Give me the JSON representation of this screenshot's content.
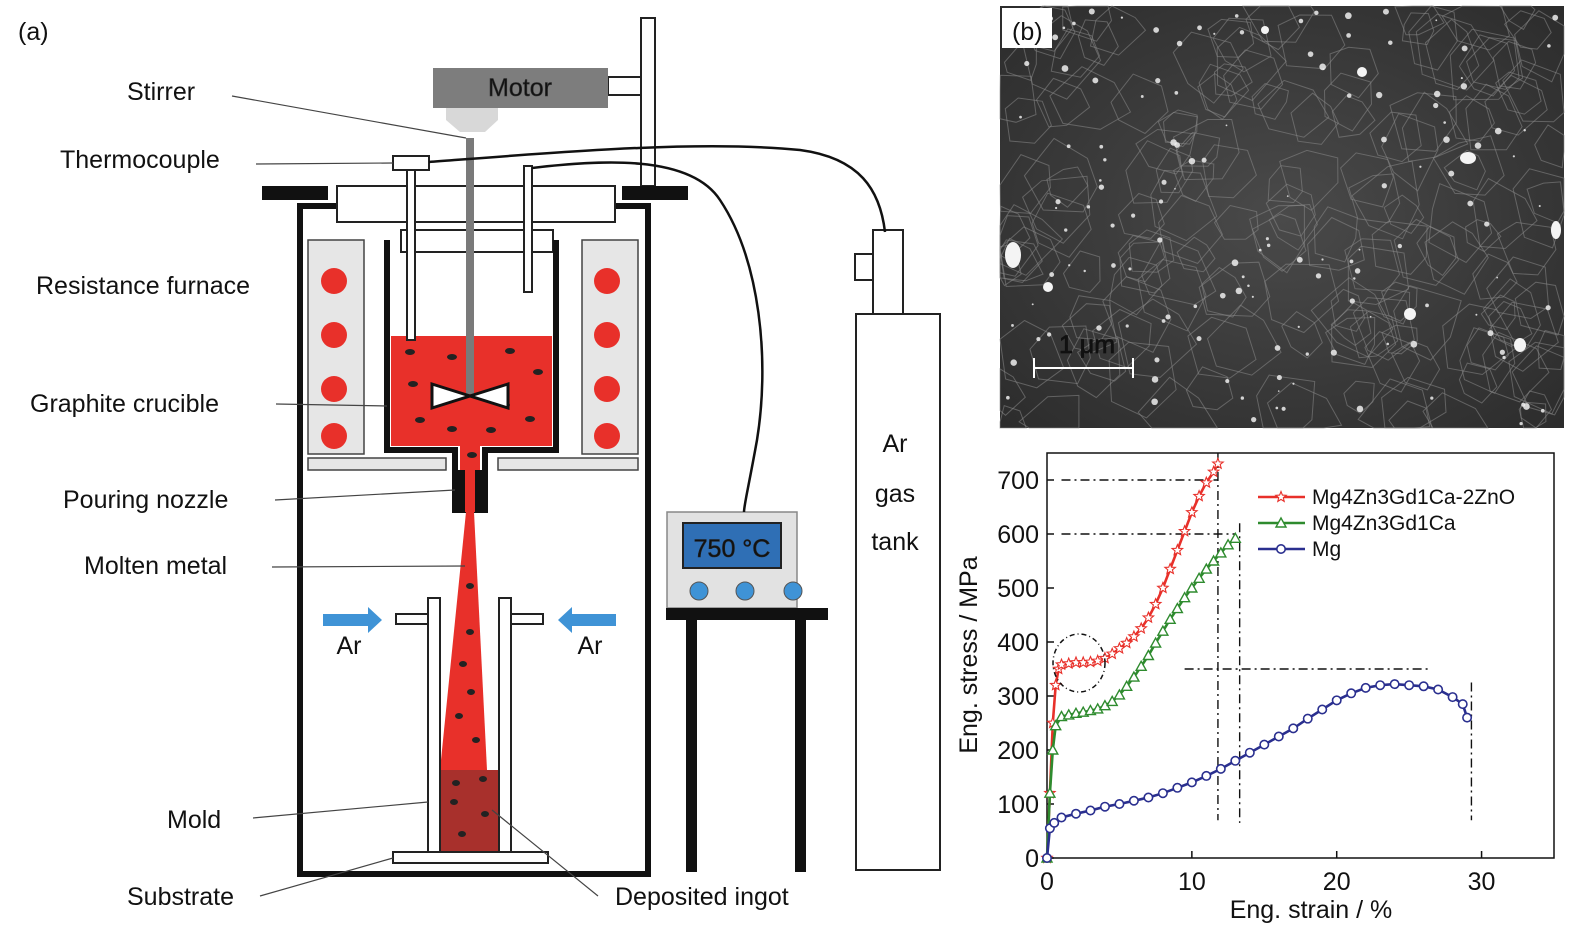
{
  "panel_a": {
    "label": "(a)",
    "motor": "Motor",
    "labels": {
      "stirrer": "Stirrer",
      "thermocouple": "Thermocouple",
      "resistance_furnace": "Resistance furnace",
      "graphite_crucible": "Graphite crucible",
      "pouring_nozzle": "Pouring nozzle",
      "molten_metal": "Molten metal",
      "mold": "Mold",
      "substrate": "Substrate",
      "deposited_ingot": "Deposited ingot"
    },
    "ar_left": "Ar",
    "ar_right": "Ar",
    "controller_display": "750 °C",
    "tank_line1": "Ar",
    "tank_line2": "gas",
    "tank_line3": "tank",
    "colors": {
      "melt": "#e8302a",
      "ingot": "#a8302c",
      "furnace_dot": "#e8302a",
      "arrow": "#3f93d6",
      "display": "#2f6fb5"
    }
  },
  "panel_b": {
    "label": "(b)",
    "scale_bar": "1 μm"
  },
  "chart_data": {
    "type": "line",
    "xlabel": "Eng. strain / %",
    "ylabel": "Eng. stress / MPa",
    "xlim": [
      0,
      35
    ],
    "ylim": [
      0,
      750
    ],
    "xticks": [
      0,
      10,
      20,
      30
    ],
    "yticks": [
      0,
      100,
      200,
      300,
      400,
      500,
      600,
      700
    ],
    "legend": "top-right",
    "grid": false,
    "series": [
      {
        "name": "Mg4Zn3Gd1Ca-2ZnO",
        "color": "#e8302a",
        "marker": "star",
        "x": [
          0,
          0.2,
          0.4,
          0.6,
          0.8,
          1.0,
          1.5,
          2.0,
          2.5,
          3.0,
          3.5,
          4.0,
          4.5,
          5.0,
          5.5,
          6.0,
          6.5,
          7.0,
          7.5,
          8.0,
          8.5,
          9.0,
          9.5,
          10.0,
          10.5,
          11.0,
          11.5,
          11.8
        ],
        "y": [
          0,
          120,
          250,
          320,
          350,
          358,
          360,
          362,
          362,
          363,
          365,
          370,
          378,
          388,
          398,
          410,
          425,
          445,
          470,
          500,
          535,
          570,
          605,
          640,
          670,
          695,
          715,
          730
        ]
      },
      {
        "name": "Mg4Zn3Gd1Ca",
        "color": "#2e8b2e",
        "marker": "triangle",
        "x": [
          0,
          0.2,
          0.4,
          0.6,
          1.0,
          1.5,
          2.0,
          2.5,
          3.0,
          3.5,
          4.0,
          4.5,
          5.0,
          5.5,
          6.0,
          6.5,
          7.0,
          7.5,
          8.0,
          8.5,
          9.0,
          9.5,
          10.0,
          10.5,
          11.0,
          11.5,
          12.0,
          12.5,
          13.0
        ],
        "y": [
          0,
          120,
          200,
          245,
          262,
          265,
          268,
          270,
          273,
          276,
          282,
          290,
          302,
          318,
          335,
          355,
          375,
          398,
          420,
          442,
          462,
          482,
          500,
          518,
          535,
          550,
          565,
          580,
          592
        ]
      },
      {
        "name": "Mg",
        "color": "#2a2f8f",
        "marker": "circle",
        "x": [
          0,
          0.2,
          0.5,
          1,
          2,
          3,
          4,
          5,
          6,
          7,
          8,
          9,
          10,
          11,
          12,
          13,
          14,
          15,
          16,
          17,
          18,
          19,
          20,
          21,
          22,
          23,
          24,
          25,
          26,
          27,
          28,
          28.7,
          29.0
        ],
        "y": [
          0,
          55,
          65,
          75,
          82,
          88,
          95,
          100,
          106,
          112,
          120,
          130,
          140,
          152,
          165,
          180,
          195,
          210,
          225,
          240,
          258,
          275,
          292,
          305,
          315,
          320,
          322,
          320,
          318,
          312,
          298,
          285,
          260
        ]
      }
    ]
  }
}
